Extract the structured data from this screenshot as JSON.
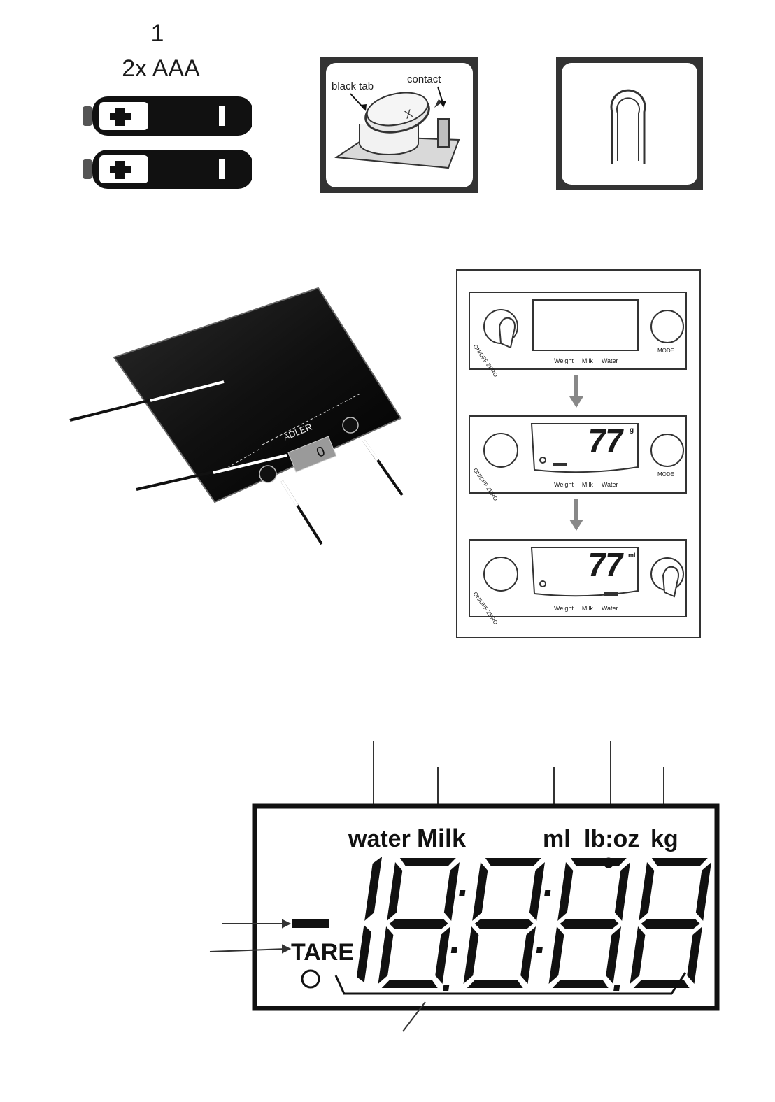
{
  "batteries": {
    "step_number": "1",
    "battery_spec": "2x AAA"
  },
  "coin_cell_panel": {
    "label_black_tab": "black tab",
    "label_contact": "contact"
  },
  "mode_diagram": {
    "left_button_label": "ON/OFF ZERO",
    "right_button_label": "MODE",
    "mode_labels": [
      "Weight",
      "Milk",
      "Water"
    ],
    "step2_reading": "77",
    "step2_unit": "g",
    "step3_reading": "77",
    "step3_unit": "ml"
  },
  "scale_photo": {
    "brand": "ADLER",
    "display_reading": "0"
  },
  "lcd": {
    "unit_water": "water",
    "unit_milk": "Milk",
    "unit_ml": "ml",
    "unit_lboz": "lb:oz",
    "unit_kg": "kg",
    "tare_label": "TARE",
    "digits": "18:8:8.8"
  }
}
